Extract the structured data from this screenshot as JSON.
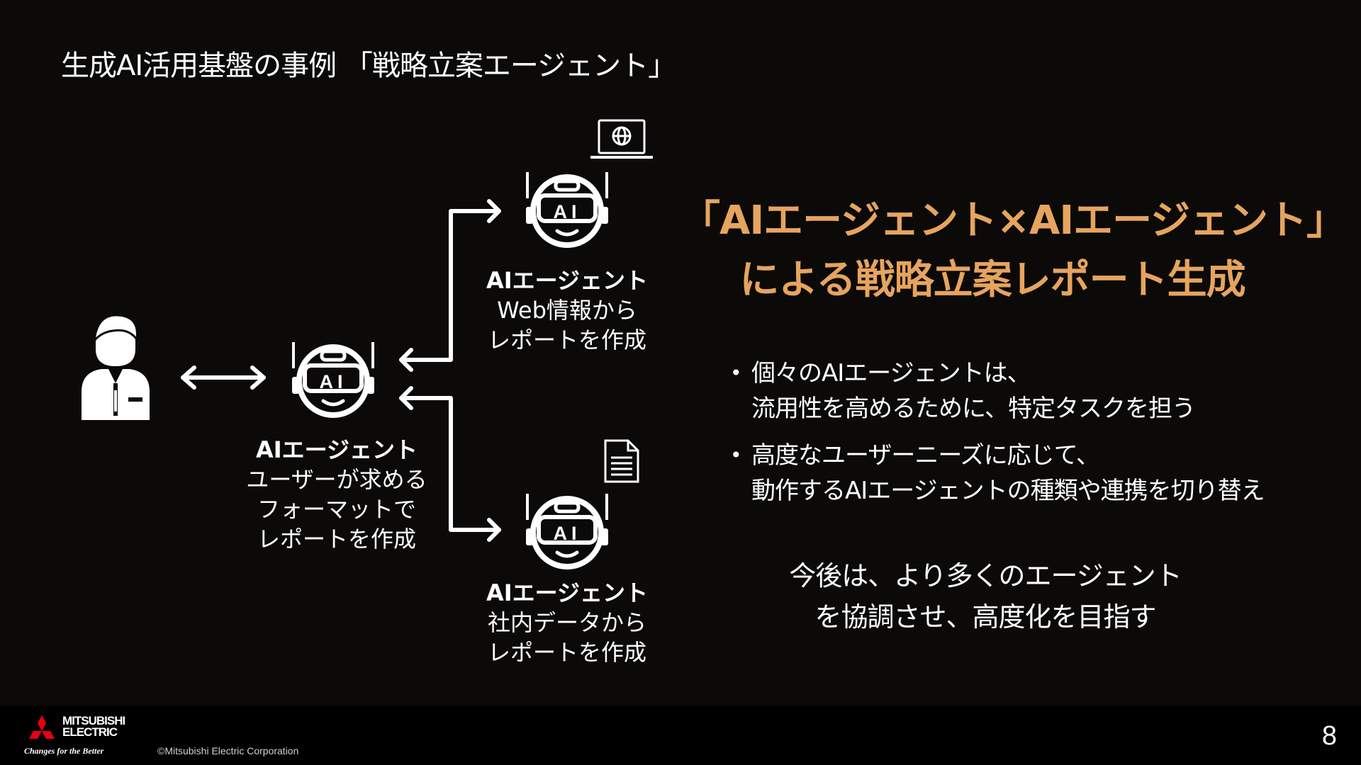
{
  "slide": {
    "title": "生成AI活用基盤の事例 「戦略立案エージェント」",
    "page_number": "8"
  },
  "diagram": {
    "main_agent": {
      "name": "AIエージェント",
      "lines": [
        "ユーザーが求める",
        "フォーマットで",
        "レポートを作成"
      ]
    },
    "web_agent": {
      "name": "AIエージェント",
      "lines": [
        "Web情報から",
        "レポートを作成"
      ]
    },
    "internal_agent": {
      "name": "AIエージェント",
      "lines": [
        "社内データから",
        "レポートを作成"
      ]
    },
    "robot_label": "AI",
    "icons": [
      "user-icon",
      "robot-icon",
      "laptop-globe-icon",
      "document-icon"
    ]
  },
  "headline": {
    "line1": "「AIエージェント×AIエージェント」",
    "line2": "による戦略立案レポート生成",
    "color": "#e6a45e"
  },
  "bullets": [
    {
      "line1": "個々のAIエージェントは、",
      "line2": "流用性を高めるために、特定タスクを担う"
    },
    {
      "line1": "高度なユーザーニーズに応じて、",
      "line2": "動作するAIエージェントの種類や連携を切り替え"
    }
  ],
  "closing": {
    "line1": "今後は、より多くのエージェント",
    "line2": "を協調させ、高度化を目指す"
  },
  "footer": {
    "logo_line1": "MITSUBISHI",
    "logo_line2": "ELECTRIC",
    "tagline": "Changes for the Better",
    "copyright": "©Mitsubishi Electric Corporation",
    "logo_color": "#e60012"
  }
}
